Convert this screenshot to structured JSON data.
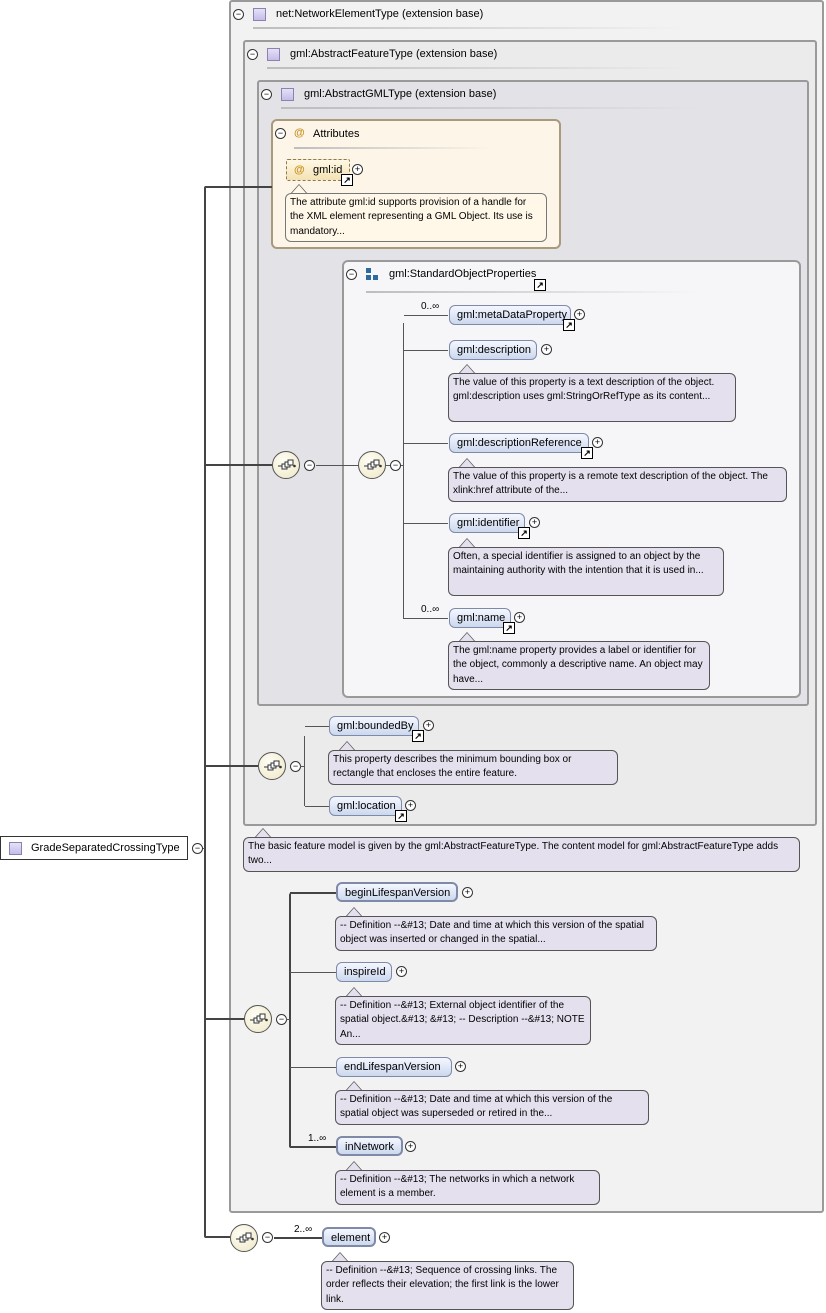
{
  "root": {
    "name": "GradeSeparatedCrossingType"
  },
  "ext_network": {
    "label": "net:NetworkElementType (extension base)"
  },
  "ext_feature": {
    "label": "gml:AbstractFeatureType (extension base)"
  },
  "ext_gml": {
    "label": "gml:AbstractGMLType (extension base)"
  },
  "attributes": {
    "title": "Attributes",
    "at_symbol": "@",
    "id_label": "gml:id",
    "id_doc": "The attribute gml:id supports provision of a handle for the XML element representing a GML Object. Its use is mandatory..."
  },
  "standard_props": {
    "title": "gml:StandardObjectProperties",
    "items": [
      {
        "name": "gml:metaDataProperty",
        "card": "0..∞"
      },
      {
        "name": "gml:description",
        "doc": "The value of this property is a text description of the object. gml:description uses gml:StringOrRefType as its content..."
      },
      {
        "name": "gml:descriptionReference",
        "doc": "The value of this property is a remote text description of the object. The xlink:href attribute of the..."
      },
      {
        "name": "gml:identifier",
        "doc": "Often, a special identifier is assigned to an object by the maintaining authority with the intention that it is used in..."
      },
      {
        "name": "gml:name",
        "card": "0..∞",
        "doc": "The gml:name property provides a label or identifier for the object, commonly a descriptive name. An object may have..."
      }
    ]
  },
  "bounded": {
    "name": "gml:boundedBy",
    "doc": "This property describes the minimum bounding box or rectangle that encloses the entire feature."
  },
  "location": {
    "name": "gml:location"
  },
  "feature_doc": "The basic feature model is given by the gml:AbstractFeatureType. The content model for gml:AbstractFeatureType adds two...",
  "network_items": [
    {
      "name": "beginLifespanVersion",
      "doc": "-- Definition --&#13; Date and time at which this version of the spatial object was inserted or changed in the spatial..."
    },
    {
      "name": "inspireId",
      "doc": "-- Definition --&#13; External object identifier of the spatial object.&#13; &#13; -- Description --&#13; NOTE An..."
    },
    {
      "name": "endLifespanVersion",
      "doc": "-- Definition --&#13; Date and time at which this version of the spatial object was superseded or retired in the..."
    },
    {
      "name": "inNetwork",
      "card": "1..∞",
      "doc": "-- Definition --&#13; The networks in which a network element is a member."
    }
  ],
  "element": {
    "name": "element",
    "card": "2..∞",
    "doc": "-- Definition --&#13; Sequence of crossing links. The order reflects their elevation; the first link is the lower link."
  },
  "glyphs": {
    "minus": "−",
    "plus": "+",
    "ref_arrow": "↗"
  },
  "icons": [
    "type-icon",
    "collapse-icon",
    "expand-icon",
    "reference-arrow-icon",
    "sequence-compositor-icon",
    "attribute-icon",
    "group-icon"
  ]
}
